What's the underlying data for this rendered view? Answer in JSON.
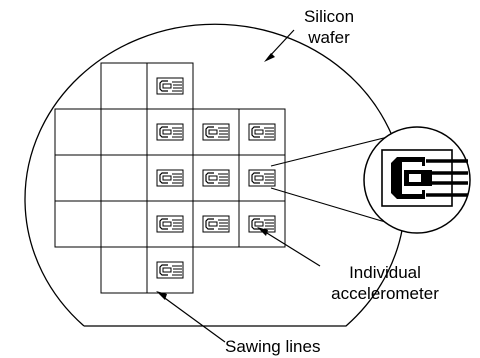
{
  "labels": {
    "wafer": [
      "Silicon",
      "wafer"
    ],
    "accelerometer": [
      "Individual",
      "accelerometer"
    ],
    "sawing": "Sawing lines"
  },
  "grid": {
    "rows": 5,
    "cols": 5,
    "cells": [
      [
        0,
        1,
        1,
        0,
        0
      ],
      [
        1,
        1,
        1,
        1,
        1
      ],
      [
        1,
        1,
        1,
        1,
        1
      ],
      [
        1,
        1,
        1,
        1,
        1
      ],
      [
        0,
        1,
        1,
        0,
        0
      ]
    ],
    "chips": [
      [
        0,
        0,
        1,
        0,
        0
      ],
      [
        0,
        0,
        1,
        1,
        1
      ],
      [
        0,
        0,
        1,
        1,
        1
      ],
      [
        0,
        0,
        1,
        1,
        1
      ],
      [
        0,
        0,
        1,
        0,
        0
      ]
    ]
  },
  "colors": {
    "line": "#000000",
    "background": "#ffffff"
  }
}
